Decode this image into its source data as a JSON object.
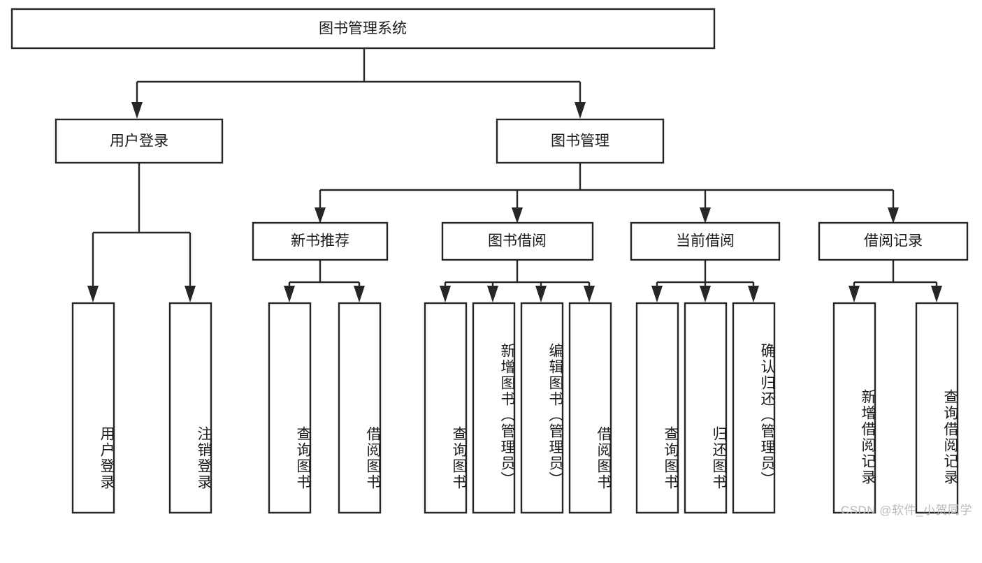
{
  "diagram": {
    "title": "图书管理系统",
    "type": "tree-hierarchy",
    "watermark": "CSDN @软件_小贺同学",
    "colors": {
      "stroke": "#262626",
      "box_fill": "#ffffff",
      "text": "#1b1b1b",
      "background": "#ffffff",
      "watermark": "#b9b9b9"
    },
    "root": {
      "label": "图书管理系统"
    },
    "level2": [
      {
        "label": "用户登录"
      },
      {
        "label": "图书管理"
      }
    ],
    "level3": [
      {
        "label": "新书推荐"
      },
      {
        "label": "图书借阅"
      },
      {
        "label": "当前借阅"
      },
      {
        "label": "借阅记录"
      }
    ],
    "leaves": {
      "user_login": [
        {
          "label": "用户登录"
        },
        {
          "label": "注销登录"
        }
      ],
      "new_book_recommend": [
        {
          "label": "查询图书"
        },
        {
          "label": "借阅图书"
        }
      ],
      "book_borrow": [
        {
          "label": "查询图书"
        },
        {
          "label": "新增图书（管理员）"
        },
        {
          "label": "编辑图书（管理员）"
        },
        {
          "label": "借阅图书"
        }
      ],
      "current_borrow": [
        {
          "label": "查询图书"
        },
        {
          "label": "归还图书"
        },
        {
          "label": "确认归还（管理员）"
        }
      ],
      "borrow_record": [
        {
          "label": "新增借阅记录"
        },
        {
          "label": "查询借阅记录"
        }
      ]
    }
  }
}
